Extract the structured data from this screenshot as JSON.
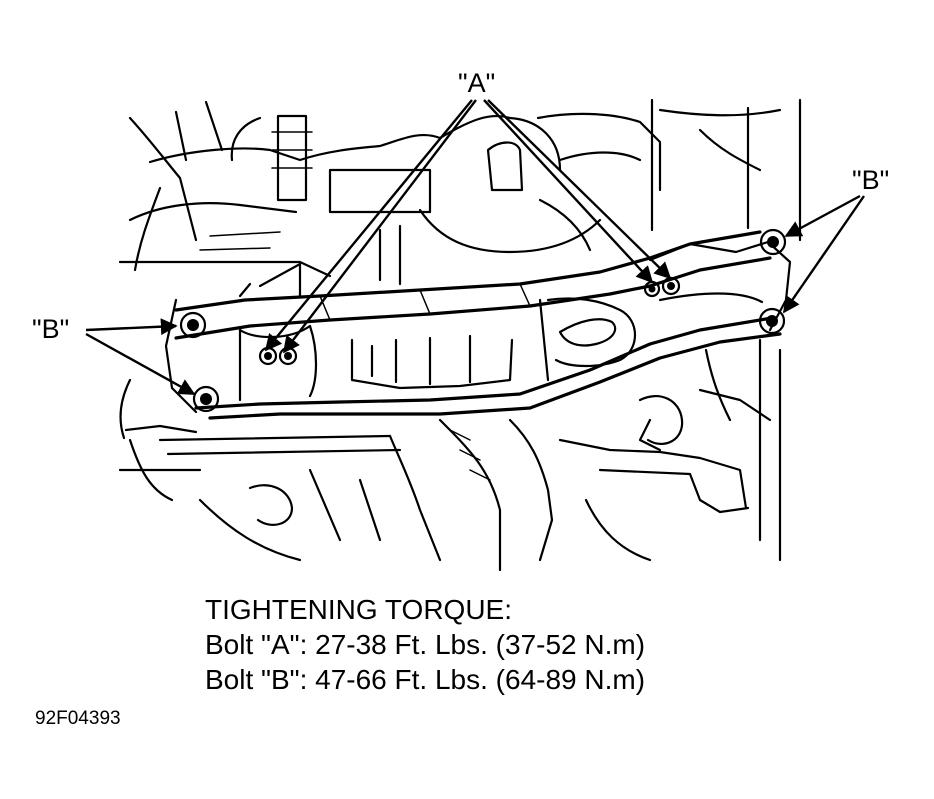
{
  "callouts": {
    "a": "\"A\"",
    "b_right": "\"B\"",
    "b_left": "\"B\""
  },
  "torque": {
    "heading": "TIGHTENING TORQUE:",
    "bolt_a": "Bolt \"A\": 27-38 Ft. Lbs. (37-52 N.m)",
    "bolt_b": "Bolt \"B\": 47-66 Ft. Lbs. (64-89 N.m)"
  },
  "figure_id": "92F04393"
}
